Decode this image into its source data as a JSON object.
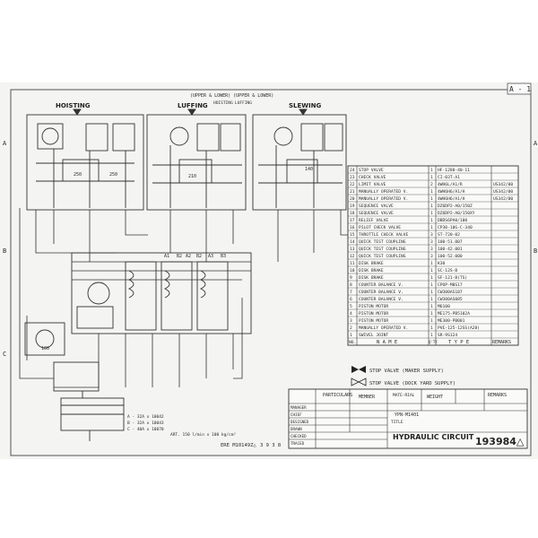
{
  "sheet": {
    "ref": "A - 1",
    "section_titles": {
      "hoisting": "HOISTING",
      "luffing": "LUFFING",
      "slewing": "SLEWING"
    },
    "brake_note": "(UPPER & LOWER) (UPPER & LOWER)",
    "brake_sub": [
      "HOISTING",
      "LUFFING"
    ],
    "valve_labels": [
      "A1",
      "B2",
      "A2",
      "B2",
      "A3",
      "B3"
    ],
    "pressure_notes": [
      "250",
      "210",
      "250",
      "100",
      "140"
    ],
    "parts_list": {
      "rows": [
        {
          "no": "24",
          "name": "STOP VALVE",
          "qty": "1",
          "type": "HF-1280-40-11",
          "remarks": ""
        },
        {
          "no": "23",
          "name": "CHECK VALVE",
          "qty": "1",
          "type": "CI-03T-A1",
          "remarks": ""
        },
        {
          "no": "22",
          "name": "LIMIT VALVE",
          "qty": "2",
          "type": "4WH6L/A1/R",
          "remarks": "US342/00"
        },
        {
          "no": "21",
          "name": "MANUALLY OPERATED V.",
          "qty": "1",
          "type": "4WH6H6/A1/H",
          "remarks": "US342/00"
        },
        {
          "no": "20",
          "name": "MANUALLY OPERATED V.",
          "qty": "1",
          "type": "4WH6H6/A1/H",
          "remarks": "US342/00"
        },
        {
          "no": "19",
          "name": "SEQUENCE VALVE",
          "qty": "1",
          "type": "DZ6DP2-A0/150Z",
          "remarks": ""
        },
        {
          "no": "18",
          "name": "SEQUENCE VALVE",
          "qty": "1",
          "type": "DZ6DP2-A0/150XY",
          "remarks": ""
        },
        {
          "no": "17",
          "name": "RELIEF VALVE",
          "qty": "1",
          "type": "DBDS6PA0/100",
          "remarks": ""
        },
        {
          "no": "16",
          "name": "PILOT CHECK VALVE",
          "qty": "1",
          "type": "CP30-10G-C-340",
          "remarks": ""
        },
        {
          "no": "15",
          "name": "THROTTLE CHECK VALVE",
          "qty": "3",
          "type": "ST-720-02",
          "remarks": ""
        },
        {
          "no": "14",
          "name": "QUICK TEST COUPLING",
          "qty": "3",
          "type": "100-51.007",
          "remarks": ""
        },
        {
          "no": "13",
          "name": "QUICK TEST COUPLING",
          "qty": "3",
          "type": "100-42.001",
          "remarks": ""
        },
        {
          "no": "12",
          "name": "QUICK TEST COUPLING",
          "qty": "3",
          "type": "100-52.000",
          "remarks": ""
        },
        {
          "no": "11",
          "name": "DISK BRAKE",
          "qty": "1",
          "type": "K30",
          "remarks": ""
        },
        {
          "no": "10",
          "name": "DISK BRAKE",
          "qty": "1",
          "type": "SC-12S-B",
          "remarks": ""
        },
        {
          "no": "9",
          "name": "DISK BRAKE",
          "qty": "1",
          "type": "SF-121-B(TS)",
          "remarks": ""
        },
        {
          "no": "8",
          "name": "COUNTER BALANCE V.",
          "qty": "1",
          "type": "CPOP-M0S17",
          "remarks": ""
        },
        {
          "no": "7",
          "name": "COUNTER BALANCE V.",
          "qty": "1",
          "type": "CW300AS187",
          "remarks": ""
        },
        {
          "no": "6",
          "name": "COUNTER BALANCE V.",
          "qty": "1",
          "type": "CW300AS085",
          "remarks": ""
        },
        {
          "no": "5",
          "name": "PISTON MOTOR",
          "qty": "1",
          "type": "M6100",
          "remarks": ""
        },
        {
          "no": "4",
          "name": "PISTON MOTOR",
          "qty": "1",
          "type": "ME175-PB5102A",
          "remarks": ""
        },
        {
          "no": "3",
          "name": "PISTON MOTOR",
          "qty": "1",
          "type": "ME300-PB001",
          "remarks": ""
        },
        {
          "no": "2",
          "name": "MANUALLY OPERATED V.",
          "qty": "1",
          "type": "PVE-125-12SS(A28)",
          "remarks": ""
        },
        {
          "no": "1",
          "name": "SWIVEL JOINT",
          "qty": "1",
          "type": "SR-9S124",
          "remarks": ""
        }
      ],
      "header": {
        "no": "NO.",
        "name": "N A M E",
        "qty": "Q'TY",
        "type": "T Y P E",
        "remarks": "REMARKS"
      }
    },
    "legend": [
      {
        "symbol": "stop-valve-maker",
        "text": "STOP VALVE (MAKER SUPPLY)"
      },
      {
        "symbol": "stop-valve-dockyard",
        "text": "STOP VALVE (DOCK YARD SUPPLY)"
      }
    ],
    "title_block": {
      "col_particulars": "PARTICULARS",
      "col_member": "MEMBER",
      "col_material": "MATE-RIAL",
      "col_weight": "WEIGHT",
      "col_remarks": "REMARKS",
      "rows": [
        "MANAGER",
        "CHIEF",
        "DESIGNED",
        "DRAWN",
        "CHECKED",
        "TRACED"
      ],
      "project_stamp": "YPN-M1401",
      "title_label": "TITLE",
      "title": "HYDRAULIC CIRCUIT",
      "drawing_no": "193984△"
    },
    "bottom_notes": {
      "ref": "ERE M10149Z△",
      "index": "3 9 3 8"
    }
  }
}
